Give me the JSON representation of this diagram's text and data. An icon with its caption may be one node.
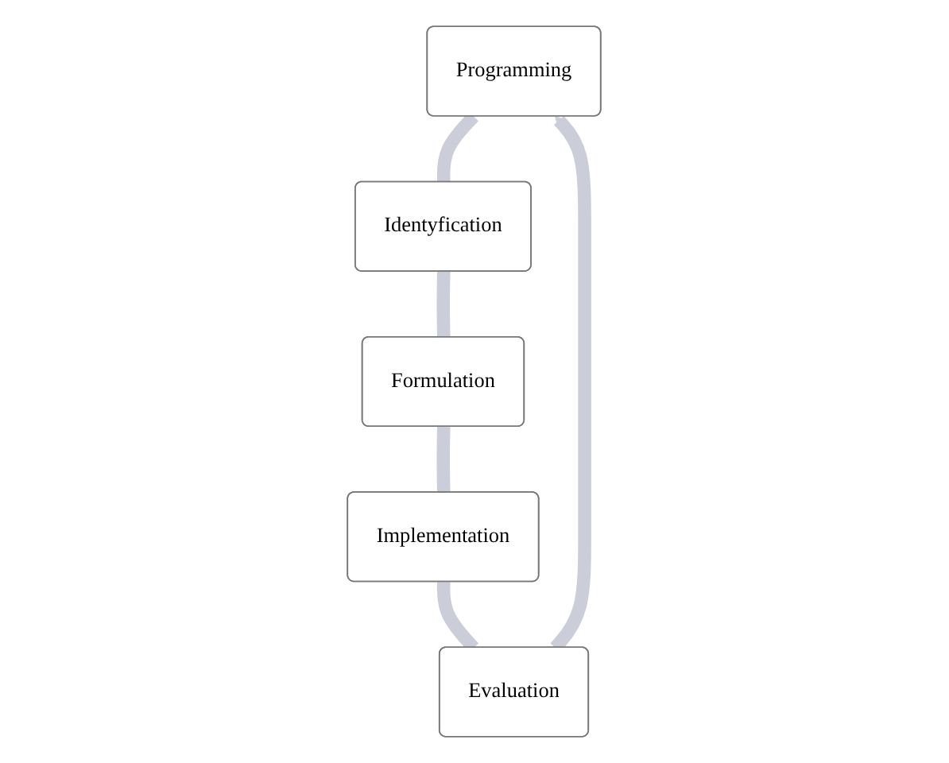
{
  "diagram": {
    "nodes": [
      {
        "text": [
          "Programming"
        ]
      },
      {
        "text": [
          "Identyfication"
        ]
      },
      {
        "text": [
          "Formulation"
        ]
      },
      {
        "text": [
          "Implementation"
        ]
      },
      {
        "text": [
          "Evaluation"
        ]
      }
    ],
    "edges": [
      {
        "from": 0,
        "to": 1,
        "arrow": "none"
      },
      {
        "from": 1,
        "to": 2,
        "arrow": "none"
      },
      {
        "from": 2,
        "to": 3,
        "arrow": "none"
      },
      {
        "from": 3,
        "to": 4,
        "arrow": "none"
      },
      {
        "from": 4,
        "to": 0,
        "arrow": "to"
      }
    ]
  }
}
